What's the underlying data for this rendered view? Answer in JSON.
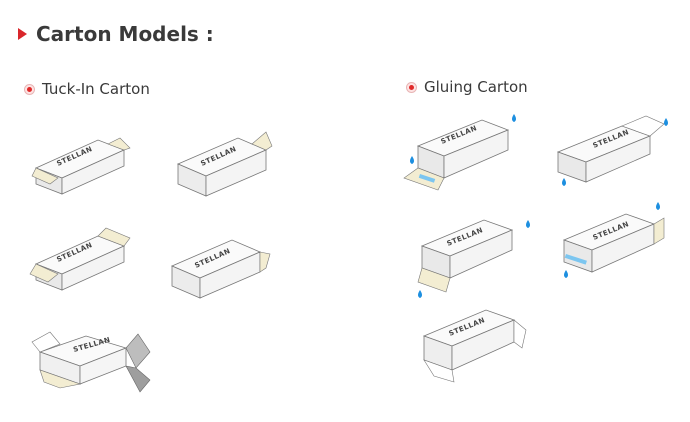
{
  "page": {
    "title": "Carton Models :"
  },
  "sections": [
    {
      "label": "Tuck-In Carton",
      "items": [
        {
          "variant": "straight-tuck-end",
          "brand": "STELLAN"
        },
        {
          "variant": "reverse-tuck-end",
          "brand": "STELLAN"
        },
        {
          "variant": "tuck-top-lock-bottom",
          "brand": "STELLAN"
        },
        {
          "variant": "tuck-flap",
          "brand": "STELLAN"
        },
        {
          "variant": "open-tray-tuck",
          "brand": "STELLAN"
        }
      ]
    },
    {
      "label": "Gluing Carton",
      "items": [
        {
          "variant": "glue-both-ends",
          "brand": "STELLAN"
        },
        {
          "variant": "glue-side-flap",
          "brand": "STELLAN"
        },
        {
          "variant": "glue-bottom-flap",
          "brand": "STELLAN"
        },
        {
          "variant": "glue-end-flap",
          "brand": "STELLAN"
        },
        {
          "variant": "glue-sealed-end",
          "brand": "STELLAN"
        }
      ]
    }
  ],
  "colors": {
    "accent": "#d9262b",
    "glue_drop": "#1d8fe0",
    "flap_tint": "#f3edd2",
    "box_face": "#f2f2f2"
  }
}
